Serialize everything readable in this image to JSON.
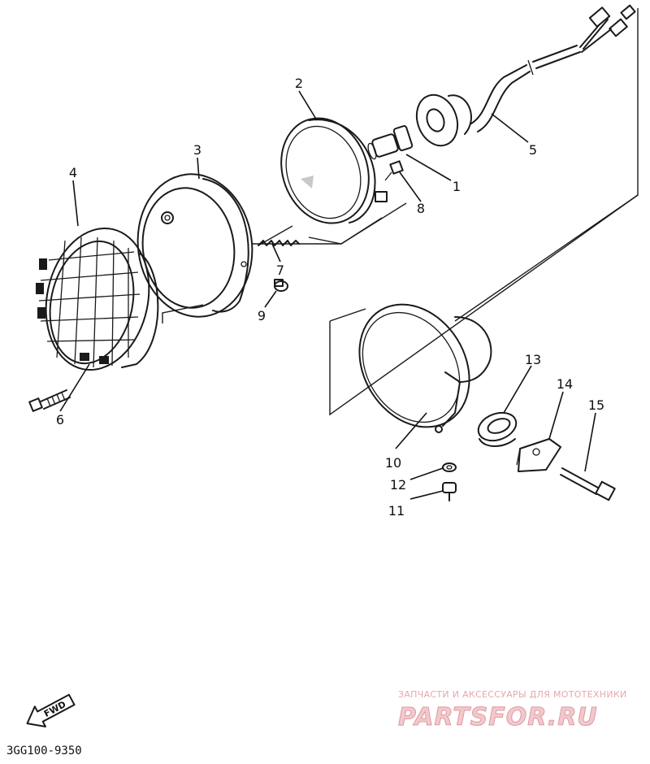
{
  "diagram": {
    "callouts": [
      {
        "id": "1",
        "label": "1"
      },
      {
        "id": "2",
        "label": "2"
      },
      {
        "id": "3",
        "label": "3"
      },
      {
        "id": "4",
        "label": "4"
      },
      {
        "id": "5",
        "label": "5"
      },
      {
        "id": "6",
        "label": "6"
      },
      {
        "id": "7",
        "label": "7"
      },
      {
        "id": "8",
        "label": "8"
      },
      {
        "id": "9",
        "label": "9"
      },
      {
        "id": "10",
        "label": "10"
      },
      {
        "id": "11",
        "label": "11"
      },
      {
        "id": "12",
        "label": "12"
      },
      {
        "id": "13",
        "label": "13"
      },
      {
        "id": "14",
        "label": "14"
      },
      {
        "id": "15",
        "label": "15"
      }
    ],
    "direction_marker": "FWD",
    "drawing_code": "3GG100-9350"
  },
  "watermark": {
    "tagline": "ЗАПЧАСТИ И АКСЕССУАРЫ ДЛЯ МОТОТЕХНИКИ",
    "brand": "PARTSFOR.RU"
  },
  "colors": {
    "line": "#1a1a1a",
    "watermark": "#e09aa2"
  }
}
